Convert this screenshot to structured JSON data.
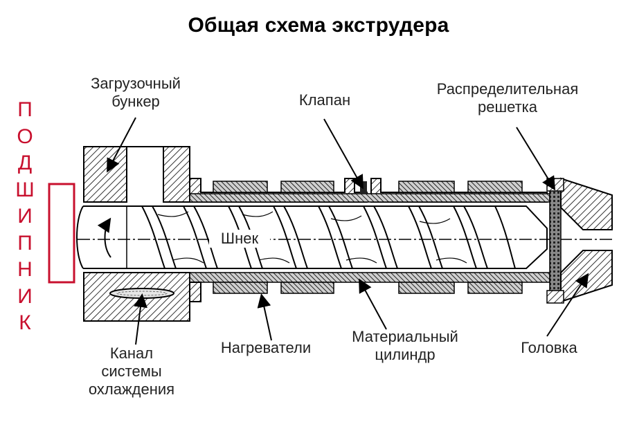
{
  "title": "Общая схема экструдера",
  "side_label": [
    "П",
    "О",
    "Д",
    "Ш",
    "И",
    "П",
    "Н",
    "И",
    "К"
  ],
  "labels": {
    "hopper": [
      "Загрузочный",
      "бункер"
    ],
    "valve": "Клапан",
    "screen": [
      "Распределительная",
      "решетка"
    ],
    "screw": "Шнек",
    "cooling": [
      "Канал",
      "системы",
      "охлаждения"
    ],
    "heaters": "Нагреватели",
    "barrel": [
      "Материальный",
      "цилиндр"
    ],
    "head": "Головка"
  },
  "colors": {
    "highlight": "#c8102e",
    "ink": "#222222",
    "hatch": "#333333"
  }
}
